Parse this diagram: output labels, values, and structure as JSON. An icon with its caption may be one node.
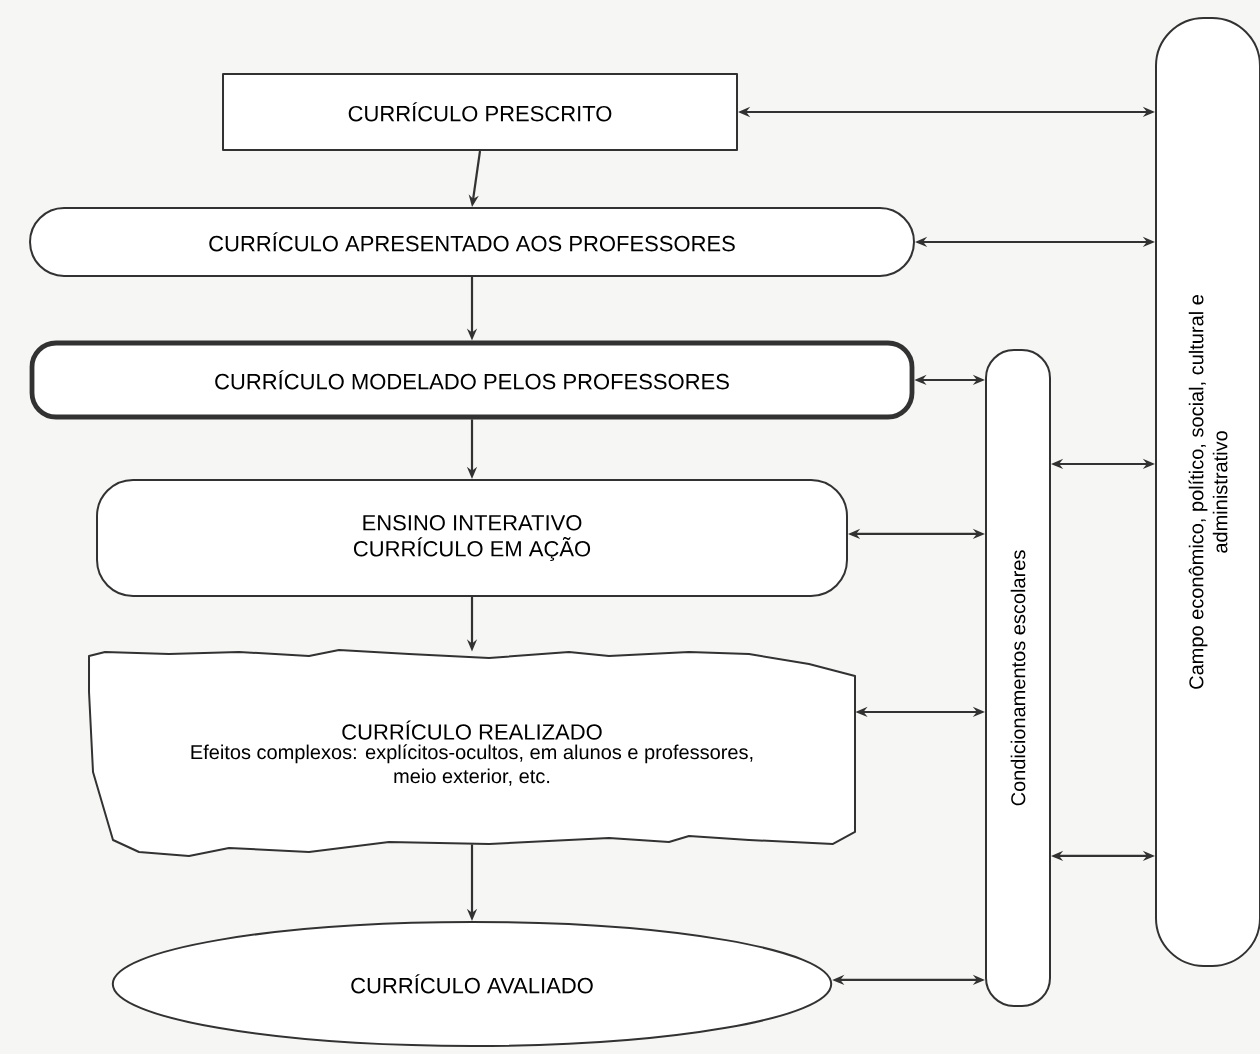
{
  "diagram": {
    "nodes": [
      {
        "text": [
          "CURRÍCULO PRESCRITO"
        ]
      },
      {
        "text": [
          "CURRÍCULO APRESENTADO AOS PROFESSORES"
        ]
      },
      {
        "text": [
          "CURRÍCULO MODELADO PELOS PROFESSORES"
        ]
      },
      {
        "text": [
          "ENSINO INTERATIVO CURRÍCULO EM AÇÃO"
        ]
      },
      {
        "text": [
          "CURRÍCULO REALIZADO",
          "Efeitos complexos: explícitos-ocultos, em alunos e professores, meio exterior, etc."
        ]
      },
      {
        "text": [
          "CURRÍCULO AVALIADO"
        ]
      },
      {
        "text": [
          "Condicionamentos escolares"
        ]
      },
      {
        "text": [
          "Campo econômico, político, social, cultural e administrativo"
        ]
      }
    ],
    "edges": [
      {
        "from": 0,
        "to": 1,
        "arrow": "to"
      },
      {
        "from": 1,
        "to": 2,
        "arrow": "to"
      },
      {
        "from": 2,
        "to": 3,
        "arrow": "to"
      },
      {
        "from": 3,
        "to": 4,
        "arrow": "to"
      },
      {
        "from": 4,
        "to": 5,
        "arrow": "to"
      },
      {
        "from": 0,
        "to": 7,
        "arrow": "both"
      },
      {
        "from": 1,
        "to": 7,
        "arrow": "both"
      },
      {
        "from": 2,
        "to": 6,
        "arrow": "both"
      },
      {
        "from": 3,
        "to": 6,
        "arrow": "both"
      },
      {
        "from": 4,
        "to": 6,
        "arrow": "both"
      },
      {
        "from": 5,
        "to": 6,
        "arrow": "both"
      },
      {
        "from": 6,
        "to": 7,
        "arrow": "both"
      },
      {
        "from": 6,
        "to": 7,
        "arrow": "both"
      }
    ]
  }
}
